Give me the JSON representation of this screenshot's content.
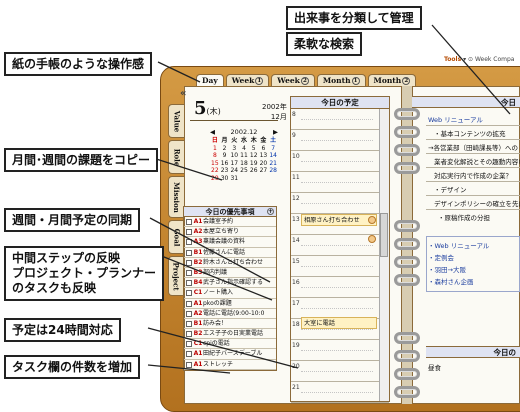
{
  "callouts": {
    "c1": "出来事を分類して管理",
    "c2": "柔軟な検索",
    "c3": "紙の手帳のような操作感",
    "c4": "月間･週間の課題をコピー",
    "c5": "週間・月間予定の同期",
    "c6_line1": "中間ステップの反映",
    "c6_line2": "プロジェクト・プランナー",
    "c6_line3": "のタスクも反映",
    "c7": "予定は24時間対応",
    "c8": "タスク欄の件数を増加"
  },
  "tabs": [
    {
      "label": "Day"
    },
    {
      "label": "Week",
      "num": "1"
    },
    {
      "label": "Week",
      "num": "2"
    },
    {
      "label": "Month",
      "num": "1"
    },
    {
      "label": "Month",
      "num": "2"
    }
  ],
  "side_tabs": [
    "Value",
    "Role",
    "Mission",
    "Goal",
    "Project"
  ],
  "nav_back": "«",
  "date": {
    "day": "5",
    "weekday": "(木)",
    "year": "2002年",
    "month": "12月"
  },
  "calendar": {
    "header": "2002.12",
    "prev": "◀",
    "next": "▶",
    "weekdays": [
      "日",
      "月",
      "火",
      "水",
      "木",
      "金",
      "土"
    ],
    "rows": [
      [
        "1",
        "2",
        "3",
        "4",
        "5",
        "6",
        "7"
      ],
      [
        "8",
        "9",
        "10",
        "11",
        "12",
        "13",
        "14"
      ],
      [
        "15",
        "16",
        "17",
        "18",
        "19",
        "20",
        "21"
      ],
      [
        "22",
        "23",
        "24",
        "25",
        "26",
        "27",
        "28"
      ],
      [
        "29",
        "30",
        "31",
        "",
        "",
        "",
        ""
      ]
    ]
  },
  "tasks": {
    "title": "今日の優先事項",
    "add_icon": "+",
    "items": [
      {
        "pr": "A1",
        "text": "会議室予約"
      },
      {
        "pr": "A2",
        "text": "本屋立ち寄り"
      },
      {
        "pr": "A3",
        "text": "稟議会議の資料"
      },
      {
        "pr": "B1",
        "text": "佐藤さんに電話"
      },
      {
        "pr": "B2",
        "text": "鈴木さんと打ち合わせ"
      },
      {
        "pr": "B3",
        "text": "部内判議"
      },
      {
        "pr": "B4",
        "text": "武子さん指示確認する"
      },
      {
        "pr": "C1",
        "text": "ノート購入"
      },
      {
        "pr": "A1",
        "text": "pkoの課題"
      },
      {
        "pr": "A2",
        "text": "電話に電話(9:00-10:0"
      },
      {
        "pr": "B1",
        "text": "訪み会！"
      },
      {
        "pr": "B2",
        "text": "エス子子の日実業電話"
      },
      {
        "pr": "C1",
        "text": "cpiの電話"
      },
      {
        "pr": "A1",
        "text": "田紀子バースデーブル"
      },
      {
        "pr": "A1",
        "text": "ストレッチ"
      }
    ]
  },
  "schedule": {
    "title": "今日の予定",
    "hours": [
      "8",
      "9",
      "10",
      "11",
      "12",
      "13",
      "14",
      "15",
      "16",
      "17",
      "18",
      "19",
      "20",
      "21"
    ],
    "events": [
      {
        "text": "相原さん打ち合わせ"
      },
      {
        "text": "大室に電話"
      }
    ]
  },
  "right_page": {
    "toolbar_tools": "Tools",
    "toolbar_rest": "▾ ⊙ Week Compa",
    "title": "今日",
    "items": [
      "Web リニューアル",
      "・基本コンテンツの拡充",
      "→各営業部（田崎課長等）への",
      "業者変化解説とその趣動内容い",
      "対応実行内で作成の企業？",
      "・デザイン",
      "デザインポリシーの確立を先に",
      "・原稿作成の分担"
    ],
    "box_items": [
      "・Web リニューアル",
      "・定例会",
      "・羽田→大阪",
      "・森村さん企画"
    ],
    "title2": "今日の",
    "bottom_label": "昼食"
  }
}
